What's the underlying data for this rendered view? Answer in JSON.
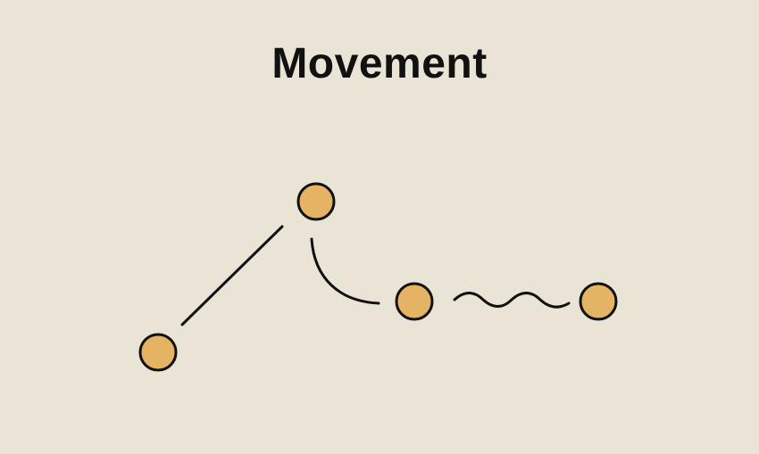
{
  "title": "Movement",
  "colors": {
    "background": "#e9e4d6",
    "node_fill": "#e4b464",
    "stroke": "#111111",
    "text": "#111111"
  },
  "diagram": {
    "nodes": [
      "circle",
      "circle",
      "circle",
      "circle"
    ],
    "connectors": [
      "straight-line",
      "curved-arc",
      "wavy-line"
    ]
  }
}
